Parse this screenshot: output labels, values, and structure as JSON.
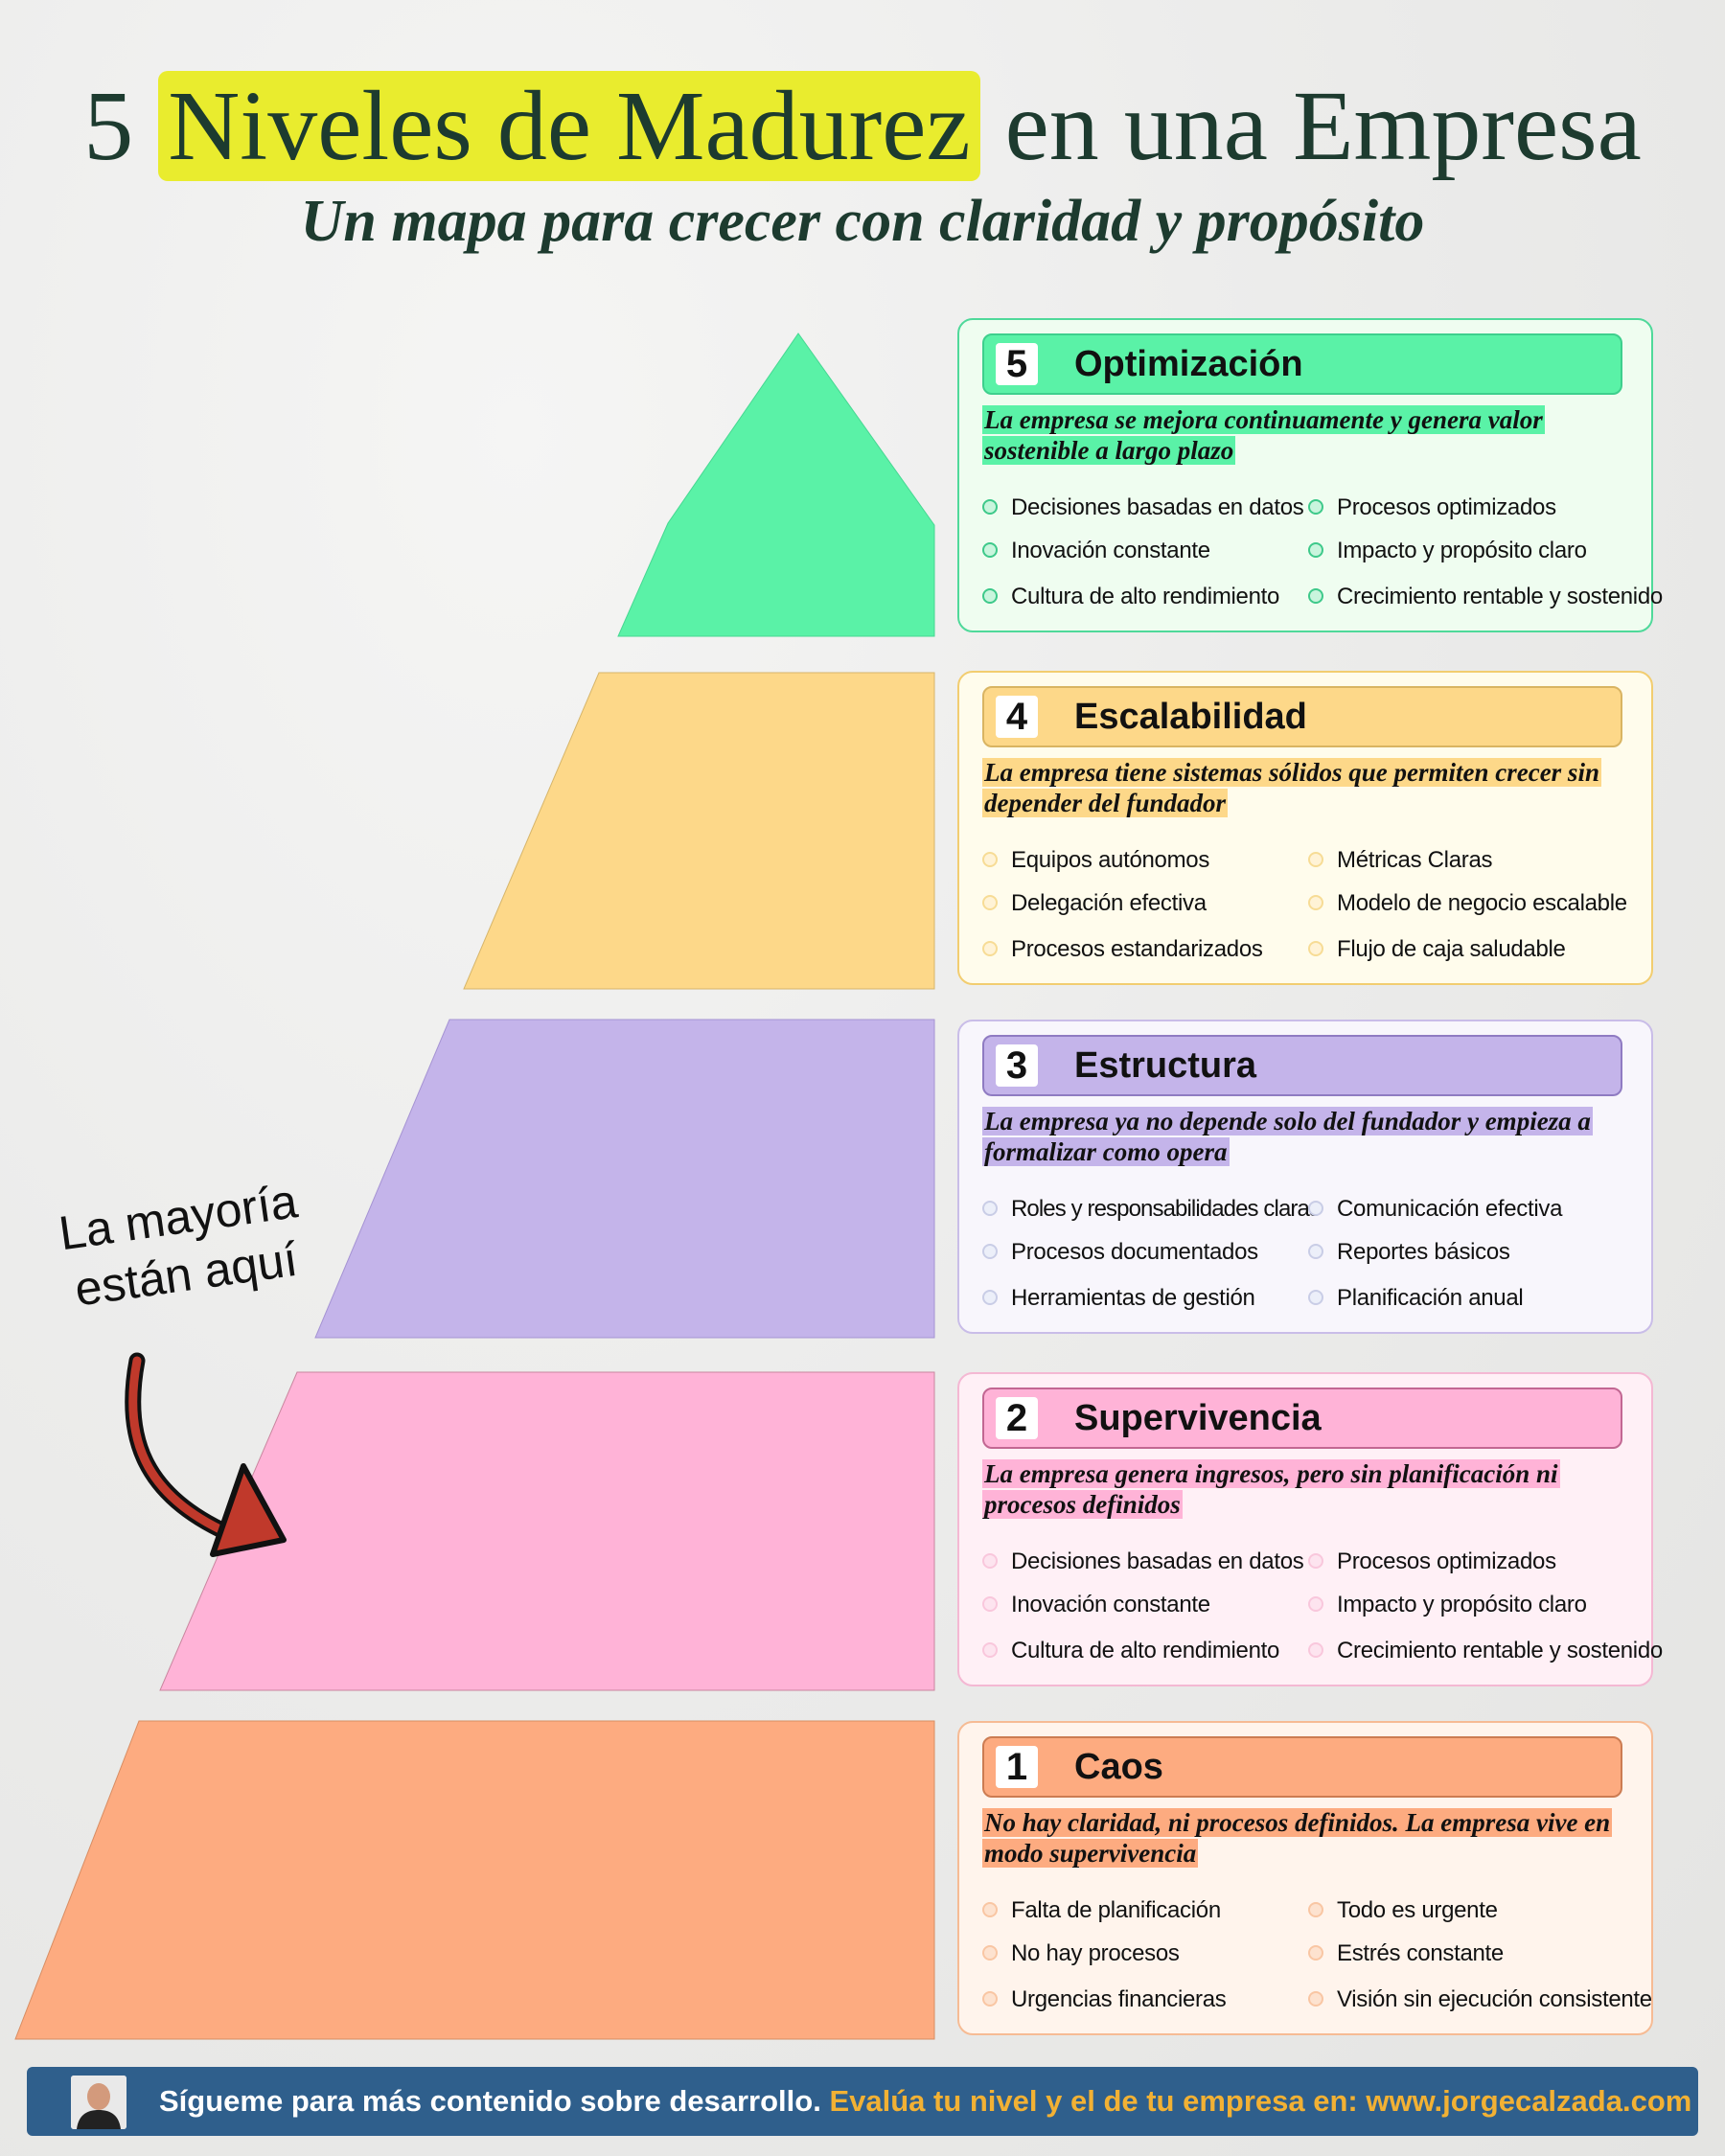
{
  "header": {
    "title_pre": "5",
    "title_highlight": "Niveles de Madurez",
    "title_post": "en una Empresa",
    "subtitle": "Un mapa para crecer con claridad y propósito"
  },
  "levels": [
    {
      "number": "5",
      "name": "Optimización",
      "description": "La empresa se mejora continuamente y genera valor sostenible a largo plazo",
      "items": [
        "Decisiones basadas en datos",
        "Procesos optimizados",
        "Inovación constante",
        "Impacto y propósito claro",
        "Cultura de alto rendimiento",
        "Crecimiento rentable y sostenido"
      ],
      "color": "#5af2a7"
    },
    {
      "number": "4",
      "name": "Escalabilidad",
      "description": "La empresa tiene sistemas sólidos que permiten crecer sin depender del fundador",
      "items": [
        "Equipos autónomos",
        "Métricas Claras",
        "Delegación efectiva",
        "Modelo de negocio escalable",
        "Procesos estandarizados",
        "Flujo de caja saludable"
      ],
      "color": "#fdd889"
    },
    {
      "number": "3",
      "name": "Estructura",
      "description": "La empresa ya no depende solo del fundador y empieza a formalizar como opera",
      "items": [
        "Roles y responsabilidades claras",
        "Comunicación efectiva",
        "Procesos documentados",
        "Reportes básicos",
        "Herramientas de gestión",
        "Planificación anual"
      ],
      "color": "#c4b4ea"
    },
    {
      "number": "2",
      "name": "Supervivencia",
      "description": "La empresa genera ingresos, pero sin planificación ni procesos definidos",
      "items": [
        "Decisiones basadas en datos",
        "Procesos optimizados",
        "Inovación constante",
        "Impacto y propósito claro",
        "Cultura de alto rendimiento",
        "Crecimiento rentable y sostenido"
      ],
      "color": "#ffb3d7"
    },
    {
      "number": "1",
      "name": "Caos",
      "description": "No hay claridad, ni procesos definidos. La empresa vive en modo supervivencia",
      "items": [
        "Falta de planificación",
        "Todo es urgente",
        "No hay procesos",
        "Estrés constante",
        "Urgencias financieras",
        "Visión sin ejecución consistente"
      ],
      "color": "#fdab80"
    }
  ],
  "annotation": {
    "line1": "La mayoría",
    "line2": "están aquí"
  },
  "footer": {
    "text_white": "Sígueme para más contenido sobre desarrollo.",
    "text_yellow": "Evalúa tu nivel y el de tu empresa en: www.jorgecalzada.com",
    "background": "#2f5f8c"
  }
}
